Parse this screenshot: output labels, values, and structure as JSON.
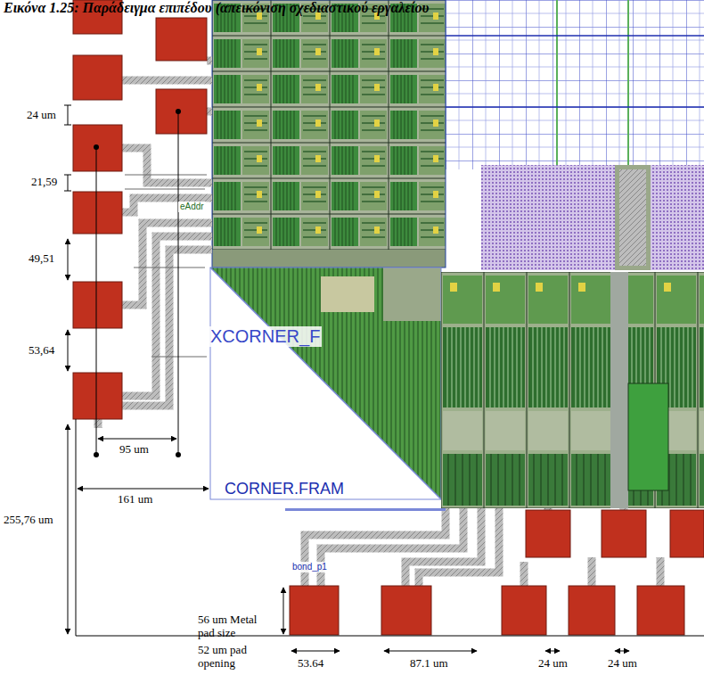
{
  "diagram": {
    "title": "Εικόνα 1.25: Παράδειγμα επιπέδου (απεικόνιση σχεδιαστικού εργαλείου",
    "labels": [
      "24 um",
      "21,59",
      "49,51",
      "53,64",
      "95 um",
      "161 um",
      "255,76 um",
      "56 um Metal pad size",
      "52 um pad opening",
      "53.64",
      "87.1 um",
      "24 um",
      "24 um",
      "XCORNER_F",
      "CORNER.FRAM",
      "eAddr",
      "bond_p1"
    ]
  }
}
